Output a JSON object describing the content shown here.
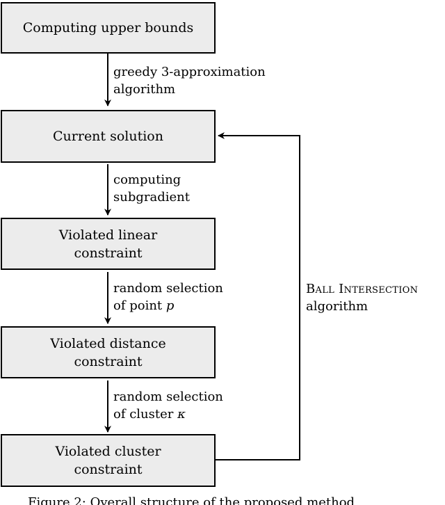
{
  "boxes": [
    {
      "id": "upper-bounds",
      "lines": [
        "Computing upper bounds"
      ]
    },
    {
      "id": "current-solution",
      "lines": [
        "Current solution"
      ]
    },
    {
      "id": "violated-linear",
      "lines": [
        "Violated linear",
        "constraint"
      ]
    },
    {
      "id": "violated-distance",
      "lines": [
        "Violated distance",
        "constraint"
      ]
    },
    {
      "id": "violated-cluster",
      "lines": [
        "Violated cluster",
        "constraint"
      ]
    }
  ],
  "edge_labels": {
    "greedy": [
      "greedy 3-approximation",
      "algorithm"
    ],
    "subgradient": [
      "computing",
      "subgradient"
    ],
    "point": {
      "line1": "random selection",
      "line2_prefix": "of point ",
      "line2_var": "p"
    },
    "cluster": {
      "line1": "random selection",
      "line2_prefix": "of cluster ",
      "line2_var": "κ"
    },
    "feedback": {
      "line1": "Ball Intersection",
      "line2": "algorithm"
    }
  },
  "caption": "Figure 2: Overall structure of the proposed method"
}
